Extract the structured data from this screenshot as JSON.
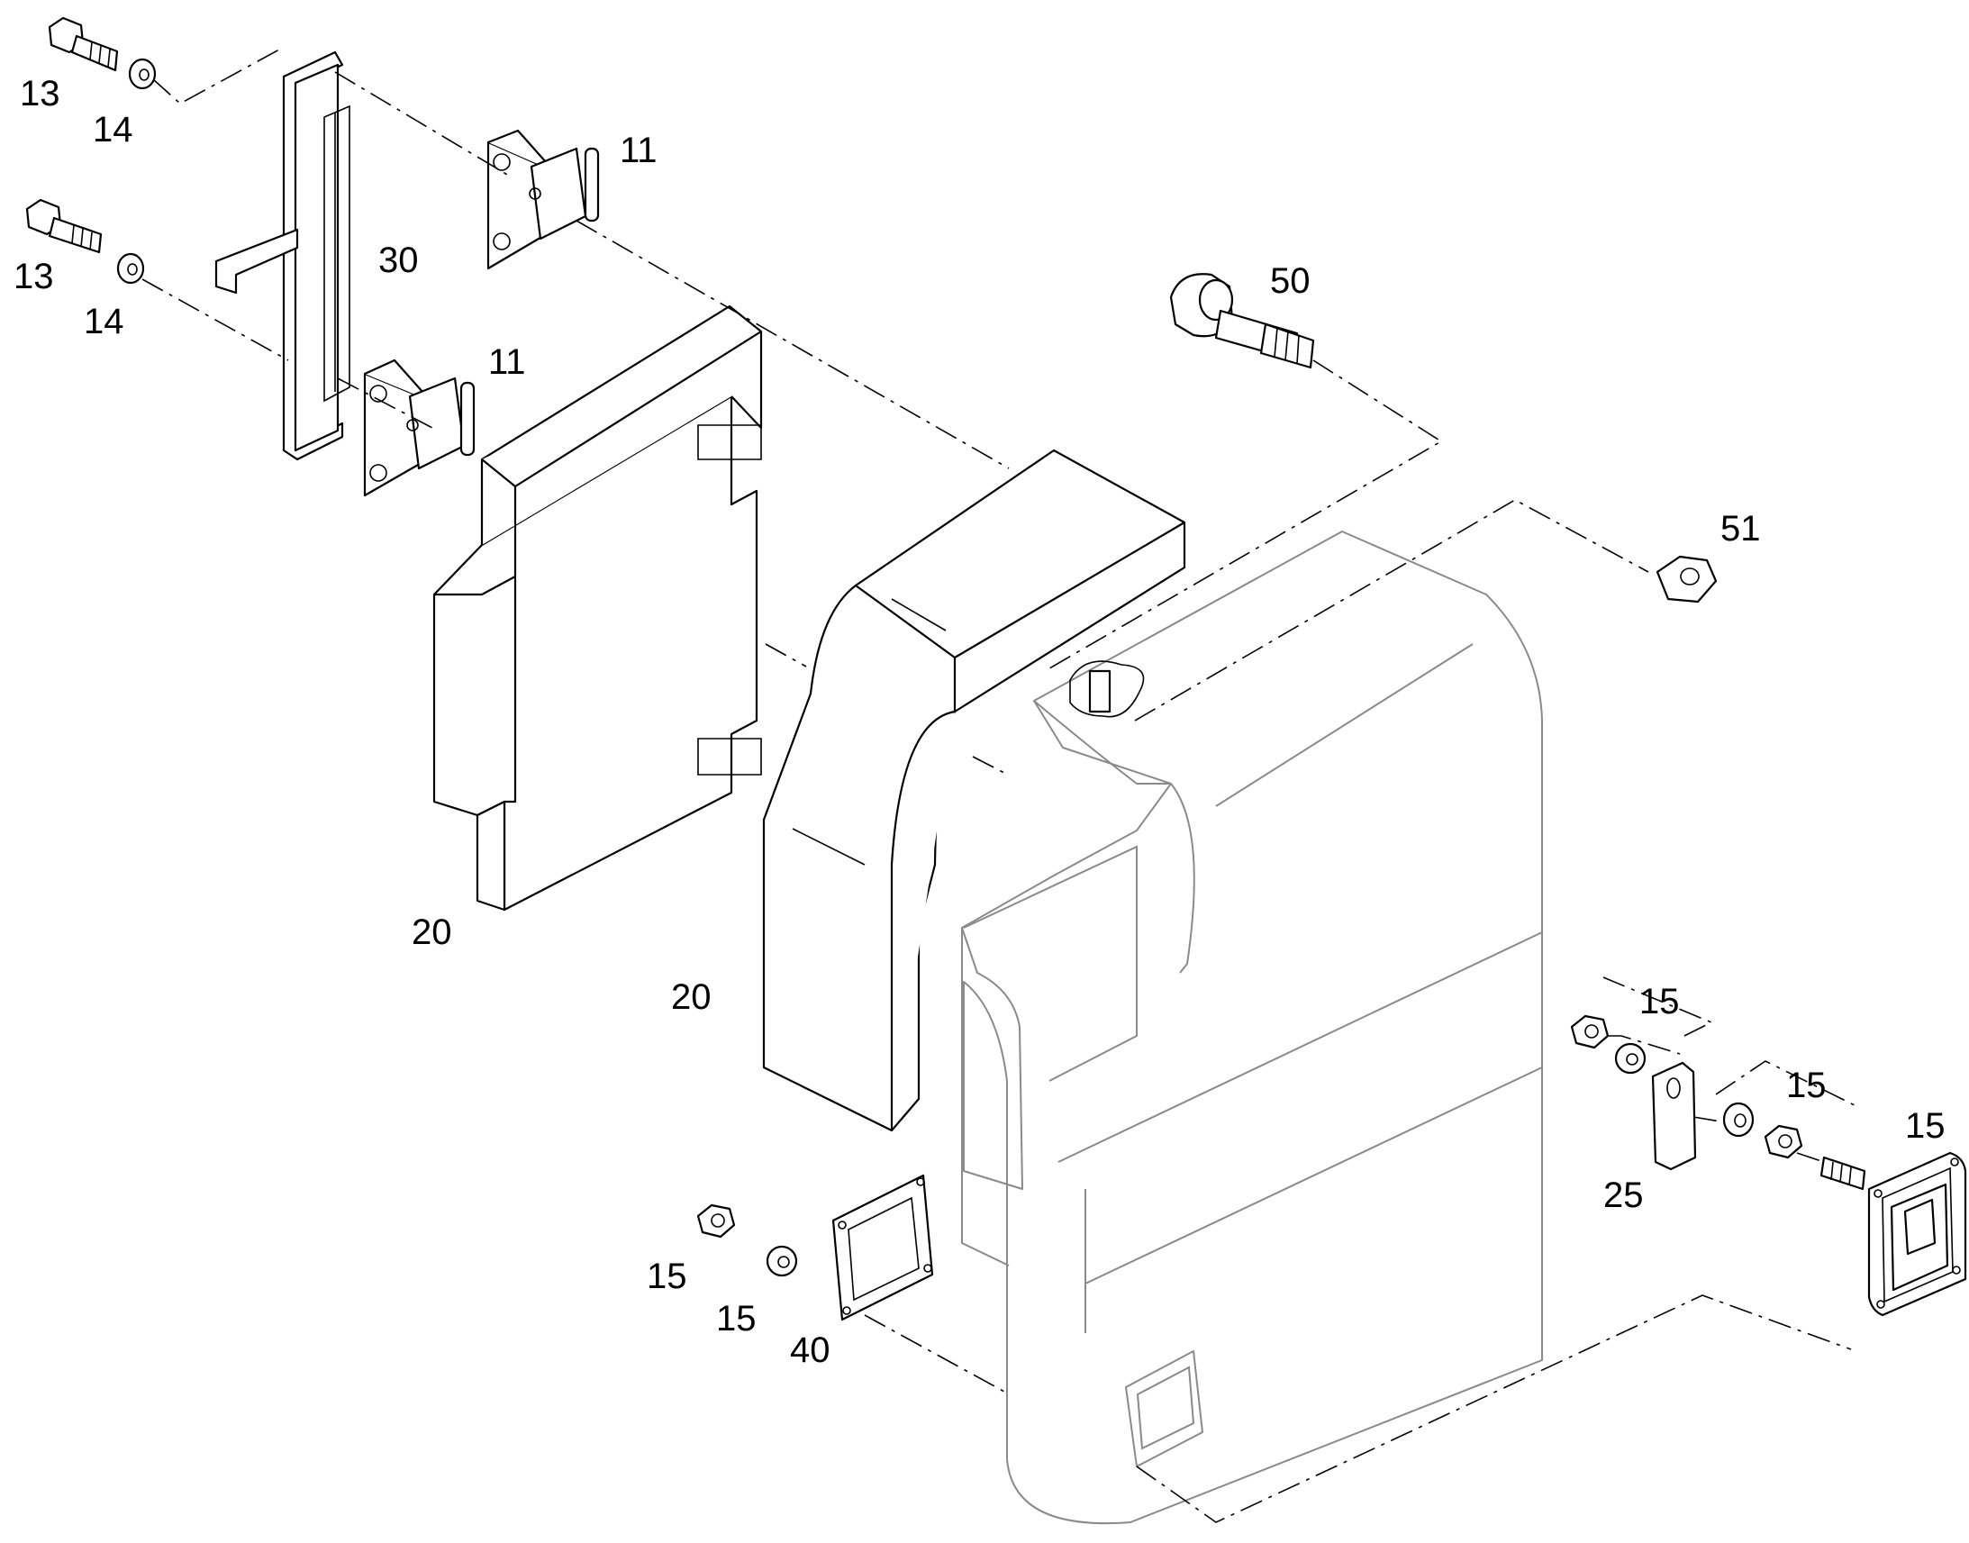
{
  "callouts": {
    "c13a": "13",
    "c14a": "14",
    "c13b": "13",
    "c14b": "14",
    "c11a": "11",
    "c30": "30",
    "c11b": "11",
    "c50": "50",
    "c51": "51",
    "c20a": "20",
    "c20b": "20",
    "c15a": "15",
    "c15b": "15",
    "c15c": "15",
    "c25": "25",
    "c15d": "15",
    "c15e": "15",
    "c40": "40"
  },
  "colors": {
    "line": "#000000",
    "ghost_housing": "#8a8a8a",
    "background": "#ffffff"
  }
}
